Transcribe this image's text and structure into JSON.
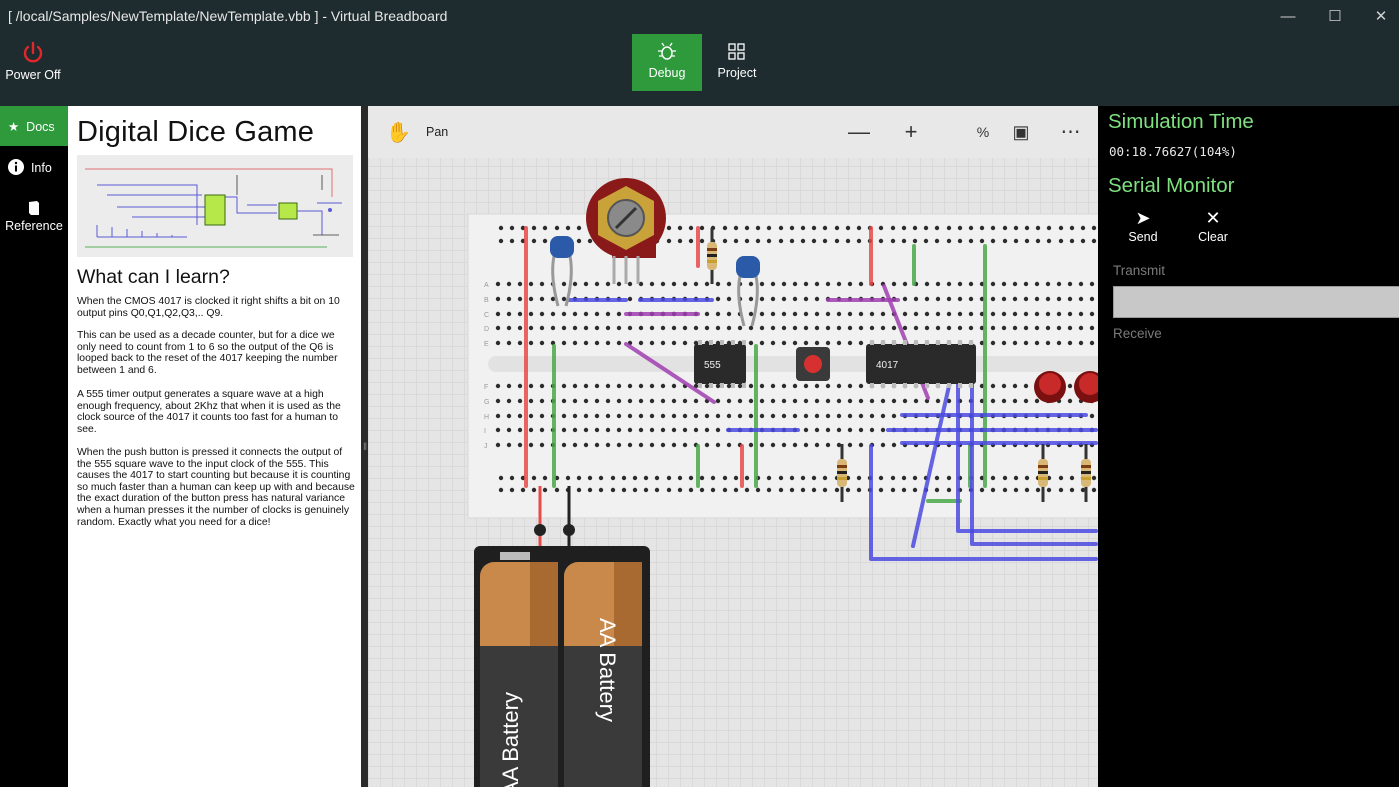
{
  "window": {
    "title": "[ /local/Samples/NewTemplate/NewTemplate.vbb ] - Virtual Breadboard",
    "controls": [
      "minimize-icon",
      "maximize-icon",
      "close-icon"
    ]
  },
  "commandbar": {
    "power_label": "Power Off",
    "debug_label": "Debug",
    "project_label": "Project",
    "accent": "#2f9a3c",
    "power_color": "#e0282a"
  },
  "nav": {
    "docs": "Docs",
    "info": "Info",
    "reference": "Reference"
  },
  "docs": {
    "title": "Digital Dice Game",
    "subtitle": "What can I learn?",
    "paragraphs": [
      "When the CMOS 4017 is clocked it right shifts a bit on 10 output pins Q0,Q1,Q2,Q3,.. Q9.",
      "This can be used as a decade counter, but for a dice we only need to count from 1 to 6 so the output of the Q6 is looped back to the reset of the 4017 keeping the number between 1 and 6.",
      "A 555 timer output generates a square wave at a high enough frequency, about 2Khz that when it is used as the clock source of the 4017 it counts too fast for a human to see.",
      "When the push button is pressed it connects the output of the 555 square wave to the input clock of the 555. This causes the 4017 to start counting but because it is counting so much faster than a human can keep up with and because the exact duration of the button press has natural variance when a human presses it the number of clocks is genuinely random. Exactly what you need for a dice!"
    ]
  },
  "canvas": {
    "pan_label": "Pan",
    "percent_label": "%",
    "chip_555": "555",
    "chip_4017": "4017",
    "battery_label": "AA Battery",
    "row_letters_top": [
      "A",
      "B",
      "C",
      "D",
      "E"
    ],
    "row_letters_bottom": [
      "F",
      "G",
      "H",
      "I",
      "J"
    ]
  },
  "right": {
    "sim_title": "Simulation Time",
    "sim_time": "00:18.76627(104%)",
    "serial_title": "Serial Monitor",
    "send_label": "Send",
    "clear_label": "Clear",
    "transmit_label": "Transmit",
    "transmit_value": "",
    "receive_label": "Receive"
  }
}
